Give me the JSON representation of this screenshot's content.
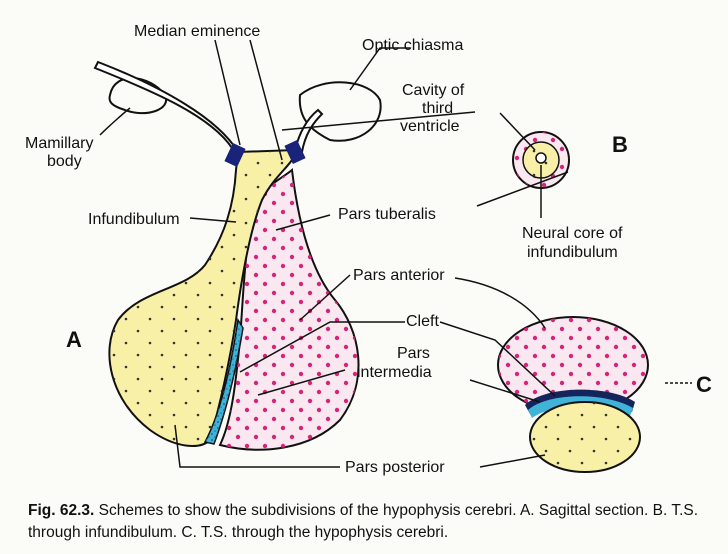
{
  "labels": {
    "median_eminence": "Median eminence",
    "optic_chiasma": "Optic chiasma",
    "cavity_line1": "Cavity of",
    "cavity_line2": "third",
    "cavity_line3": "ventricle",
    "mamillary_line1": "Mamillary",
    "mamillary_line2": "body",
    "infundibulum": "Infundibulum",
    "pars_tuberalis": "Pars tuberalis",
    "neural_line1": "Neural core of",
    "neural_line2": "infundibulum",
    "pars_anterior": "Pars anterior",
    "cleft": "Cleft",
    "intermedia_line1": "Pars",
    "intermedia_line2": "intermedia",
    "pars_posterior": "Pars posterior"
  },
  "panel_letters": {
    "a": "A",
    "b": "B",
    "c": "C"
  },
  "caption": {
    "fig_number": "Fig. 62.3.",
    "text": "Schemes to show the subdivisions of the hypophysis cerebri. A. Sagittal section. B. T.S. through infundibulum. C. T.S. through the hypophysis cerebri."
  },
  "colors": {
    "posterior_fill": "#f7f0a6",
    "anterior_fill": "#f9e8f0",
    "anterior_dots": "#d6247a",
    "intermedia_fill": "#3fb3d8",
    "cleft_band": "#16245c",
    "outline": "#111111"
  }
}
